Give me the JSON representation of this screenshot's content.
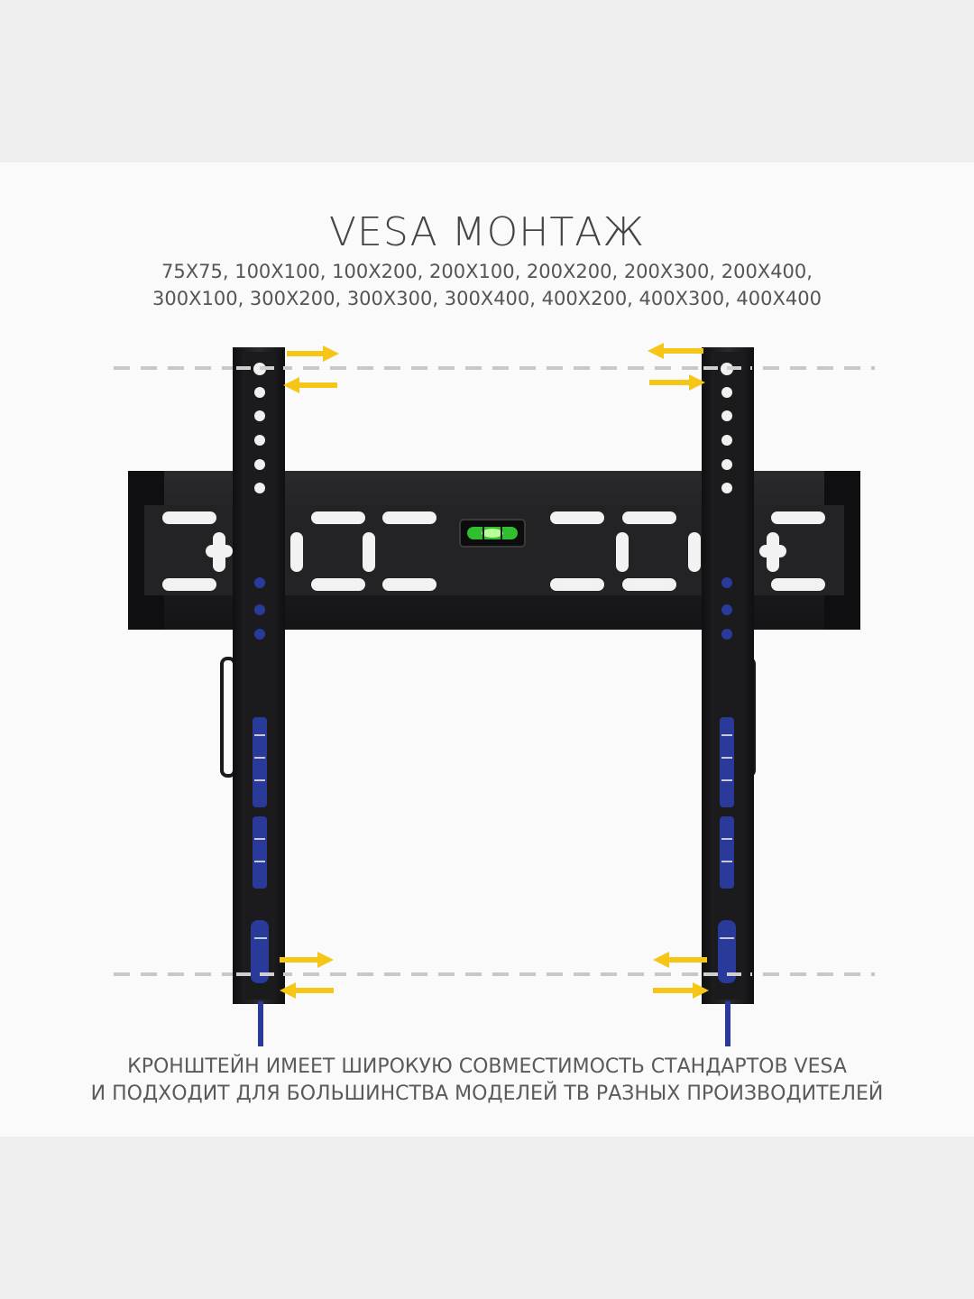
{
  "header": {
    "title": "VESA МОНТАЖ",
    "sizes_line1": "75X75, 100X100, 100X200, 200X100, 200X200, 200X300, 200X400,",
    "sizes_line2": "300X100, 300X200, 300X300, 300X400, 400X200, 400X300, 400X400"
  },
  "caption": {
    "line1": "КРОНШТЕЙН ИМЕЕТ ШИРОКУЮ СОВМЕСТИМОСТЬ СТАНДАРТОВ VESA",
    "line2": "И ПОДХОДИТ ДЛЯ БОЛЬШИНСТВА МОДЕЛЕЙ ТВ РАЗНЫХ ПРОИЗВОДИТЕЛЕЙ"
  },
  "colors": {
    "background": "#efefef",
    "card": "#fafafa",
    "metal": "#1c1c1e",
    "arrow": "#f5c518",
    "dash": "#c8c8c8",
    "slot_blue": "#2a3a9a",
    "bubble": "#3bd13b"
  },
  "image": {
    "subject": "tv-wall-mount-bracket",
    "icons": [
      "arrow-right-icon",
      "arrow-left-icon",
      "bubble-level-icon"
    ]
  }
}
